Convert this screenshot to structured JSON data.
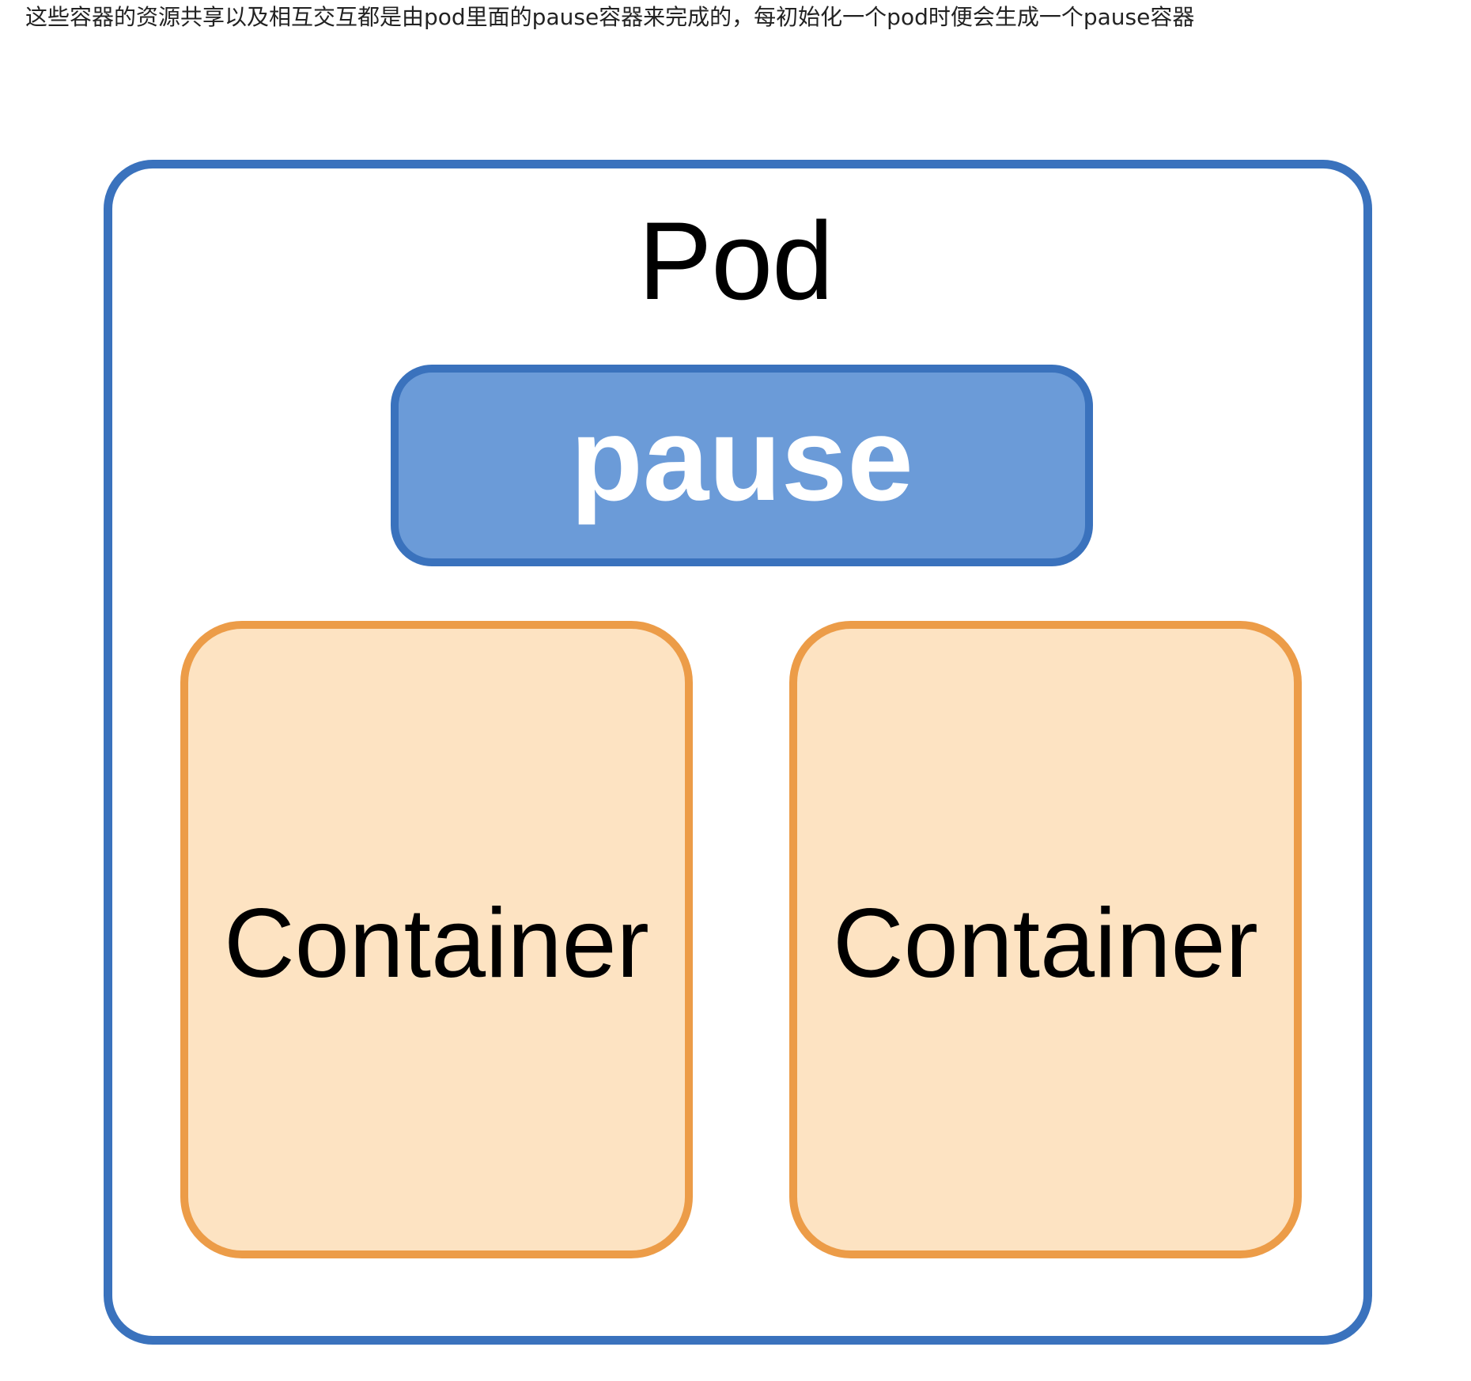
{
  "caption": "这些容器的资源共享以及相互交互都是由pod里面的pause容器来完成的，每初始化一个pod时便会生成一个pause容器",
  "diagram": {
    "pod_label": "Pod",
    "pause_label": "pause",
    "containers": [
      {
        "label": "Container"
      },
      {
        "label": "Container"
      }
    ],
    "colors": {
      "pod_border": "#3a72bd",
      "pause_fill": "#6b9bd8",
      "pause_border": "#3a72bd",
      "container_fill": "#fde3c2",
      "container_border": "#ec9c48"
    }
  }
}
